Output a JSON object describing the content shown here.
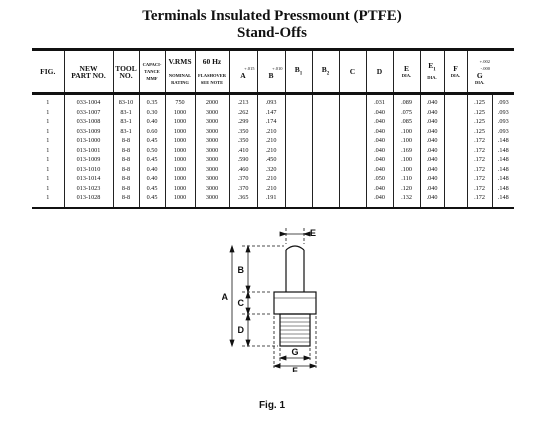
{
  "title_line1": "Terminals Insulated Pressmount (PTFE)",
  "title_line2": "Stand-Offs",
  "headers": {
    "fig": "FIG.",
    "part_a": "NEW",
    "part_b": "PART NO.",
    "tool_a": "TOOL",
    "tool_b": "NO.",
    "cap_a": "CAPACI-",
    "cap_b": "TANCE",
    "cap_c": "MMF",
    "vrms": "V.RMS",
    "vrms_sub_a": "NOMINAL",
    "vrms_sub_b": "RATING",
    "hz": "60 Hz",
    "hz_sub": "FLASHOVER",
    "hz_sub2": "SEE NOTE",
    "a_tol": "+.015",
    "a": "A",
    "b_tol": "+.010",
    "b": "B",
    "b1": "B",
    "b1_sub": "1",
    "b2": "B",
    "b2_sub": "2",
    "c": "C",
    "d": "D",
    "e": "E",
    "e_sub": "DIA.",
    "e1": "E",
    "e1_sub": "1",
    "e1_dia": "DIA.",
    "f": "F",
    "f_sub": "DIA.",
    "g_tol_a": "+.002",
    "g_tol_b": "-.000",
    "g": "G",
    "g_sub": "DIA."
  },
  "rows": [
    [
      "1",
      "033-1004",
      "83-10",
      "0.35",
      "750",
      "2000",
      ".213",
      ".093",
      "",
      "",
      "",
      ".031",
      ".089",
      ".040",
      "",
      ".125",
      ".093"
    ],
    [
      "1",
      "033-1007",
      "83-1",
      "0.30",
      "1000",
      "3000",
      ".262",
      ".147",
      "",
      "",
      "",
      ".040",
      ".075",
      ".040",
      "",
      ".125",
      ".093"
    ],
    [
      "1",
      "033-1008",
      "83-1",
      "0.40",
      "1000",
      "3000",
      ".299",
      ".174",
      "",
      "",
      "",
      ".040",
      ".085",
      ".040",
      "",
      ".125",
      ".093"
    ],
    [
      "1",
      "033-1009",
      "83-1",
      "0.60",
      "1000",
      "3000",
      ".350",
      ".210",
      "",
      "",
      "",
      ".040",
      ".100",
      ".040",
      "",
      ".125",
      ".093"
    ],
    [
      "1",
      "013-1000",
      "8-8",
      "0.45",
      "1000",
      "3000",
      ".350",
      ".210",
      "",
      "",
      "",
      ".040",
      ".100",
      ".040",
      "",
      ".172",
      ".148"
    ],
    [
      "1",
      "013-1001",
      "8-8",
      "0.50",
      "1000",
      "3000",
      ".410",
      ".210",
      "",
      "",
      "",
      ".040",
      ".169",
      ".040",
      "",
      ".172",
      ".148"
    ],
    [
      "1",
      "013-1009",
      "8-8",
      "0.45",
      "1000",
      "3000",
      ".590",
      ".450",
      "",
      "",
      "",
      ".040",
      ".100",
      ".040",
      "",
      ".172",
      ".148"
    ],
    [
      "1",
      "013-1010",
      "8-8",
      "0.40",
      "1000",
      "3000",
      ".460",
      ".320",
      "",
      "",
      "",
      ".040",
      ".100",
      ".040",
      "",
      ".172",
      ".148"
    ],
    [
      "1",
      "013-1014",
      "8-8",
      "0.40",
      "1000",
      "3000",
      ".370",
      ".210",
      "",
      "",
      "",
      ".050",
      ".110",
      ".040",
      "",
      ".172",
      ".148"
    ],
    [
      "1",
      "013-1023",
      "8-8",
      "0.45",
      "1000",
      "3000",
      ".370",
      ".210",
      "",
      "",
      "",
      ".040",
      ".120",
      ".040",
      "",
      ".172",
      ".148"
    ],
    [
      "1",
      "013-1028",
      "8-8",
      "0.45",
      "1000",
      "3000",
      ".365",
      ".191",
      "",
      "",
      "",
      ".040",
      ".132",
      ".040",
      "",
      ".172",
      ".148"
    ]
  ],
  "figure_labels": {
    "a": "A",
    "b": "B",
    "c": "C",
    "d": "D",
    "e": "E",
    "f": "F",
    "g": "G"
  },
  "figure_caption": "Fig. 1"
}
